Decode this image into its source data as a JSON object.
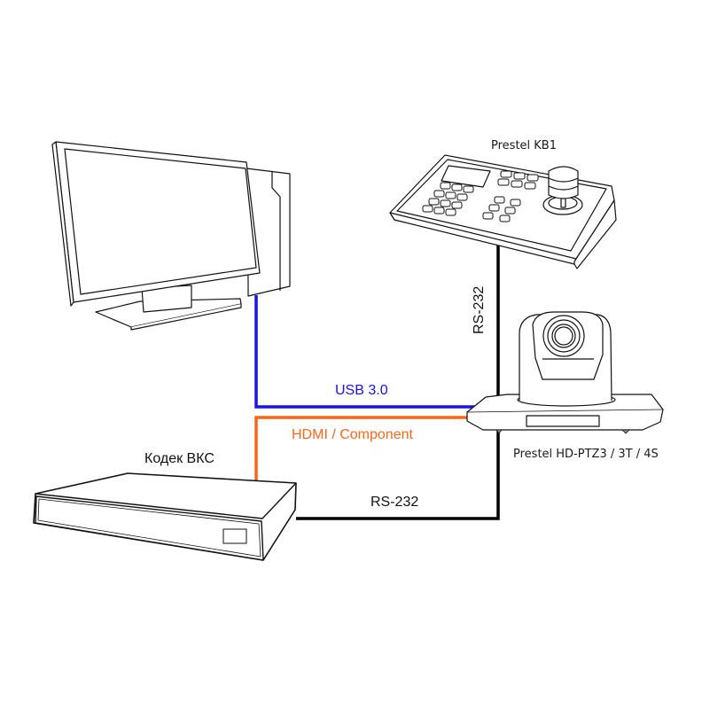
{
  "devices": {
    "keyboard": {
      "label": "Prestel KB1"
    },
    "camera": {
      "label": "Prestel HD-PTZ3 / 3T / 4S"
    },
    "codec": {
      "label": "Кодек ВКС"
    },
    "computer": {
      "label": ""
    }
  },
  "connections": {
    "usb": {
      "label": "USB 3.0",
      "color": "#1414f0"
    },
    "hdmi": {
      "label": "HDMI / Component",
      "color": "#ff6414"
    },
    "rs232_keyboard": {
      "label": "RS-232",
      "color": "#000000"
    },
    "rs232_codec": {
      "label": "RS-232",
      "color": "#000000"
    }
  }
}
